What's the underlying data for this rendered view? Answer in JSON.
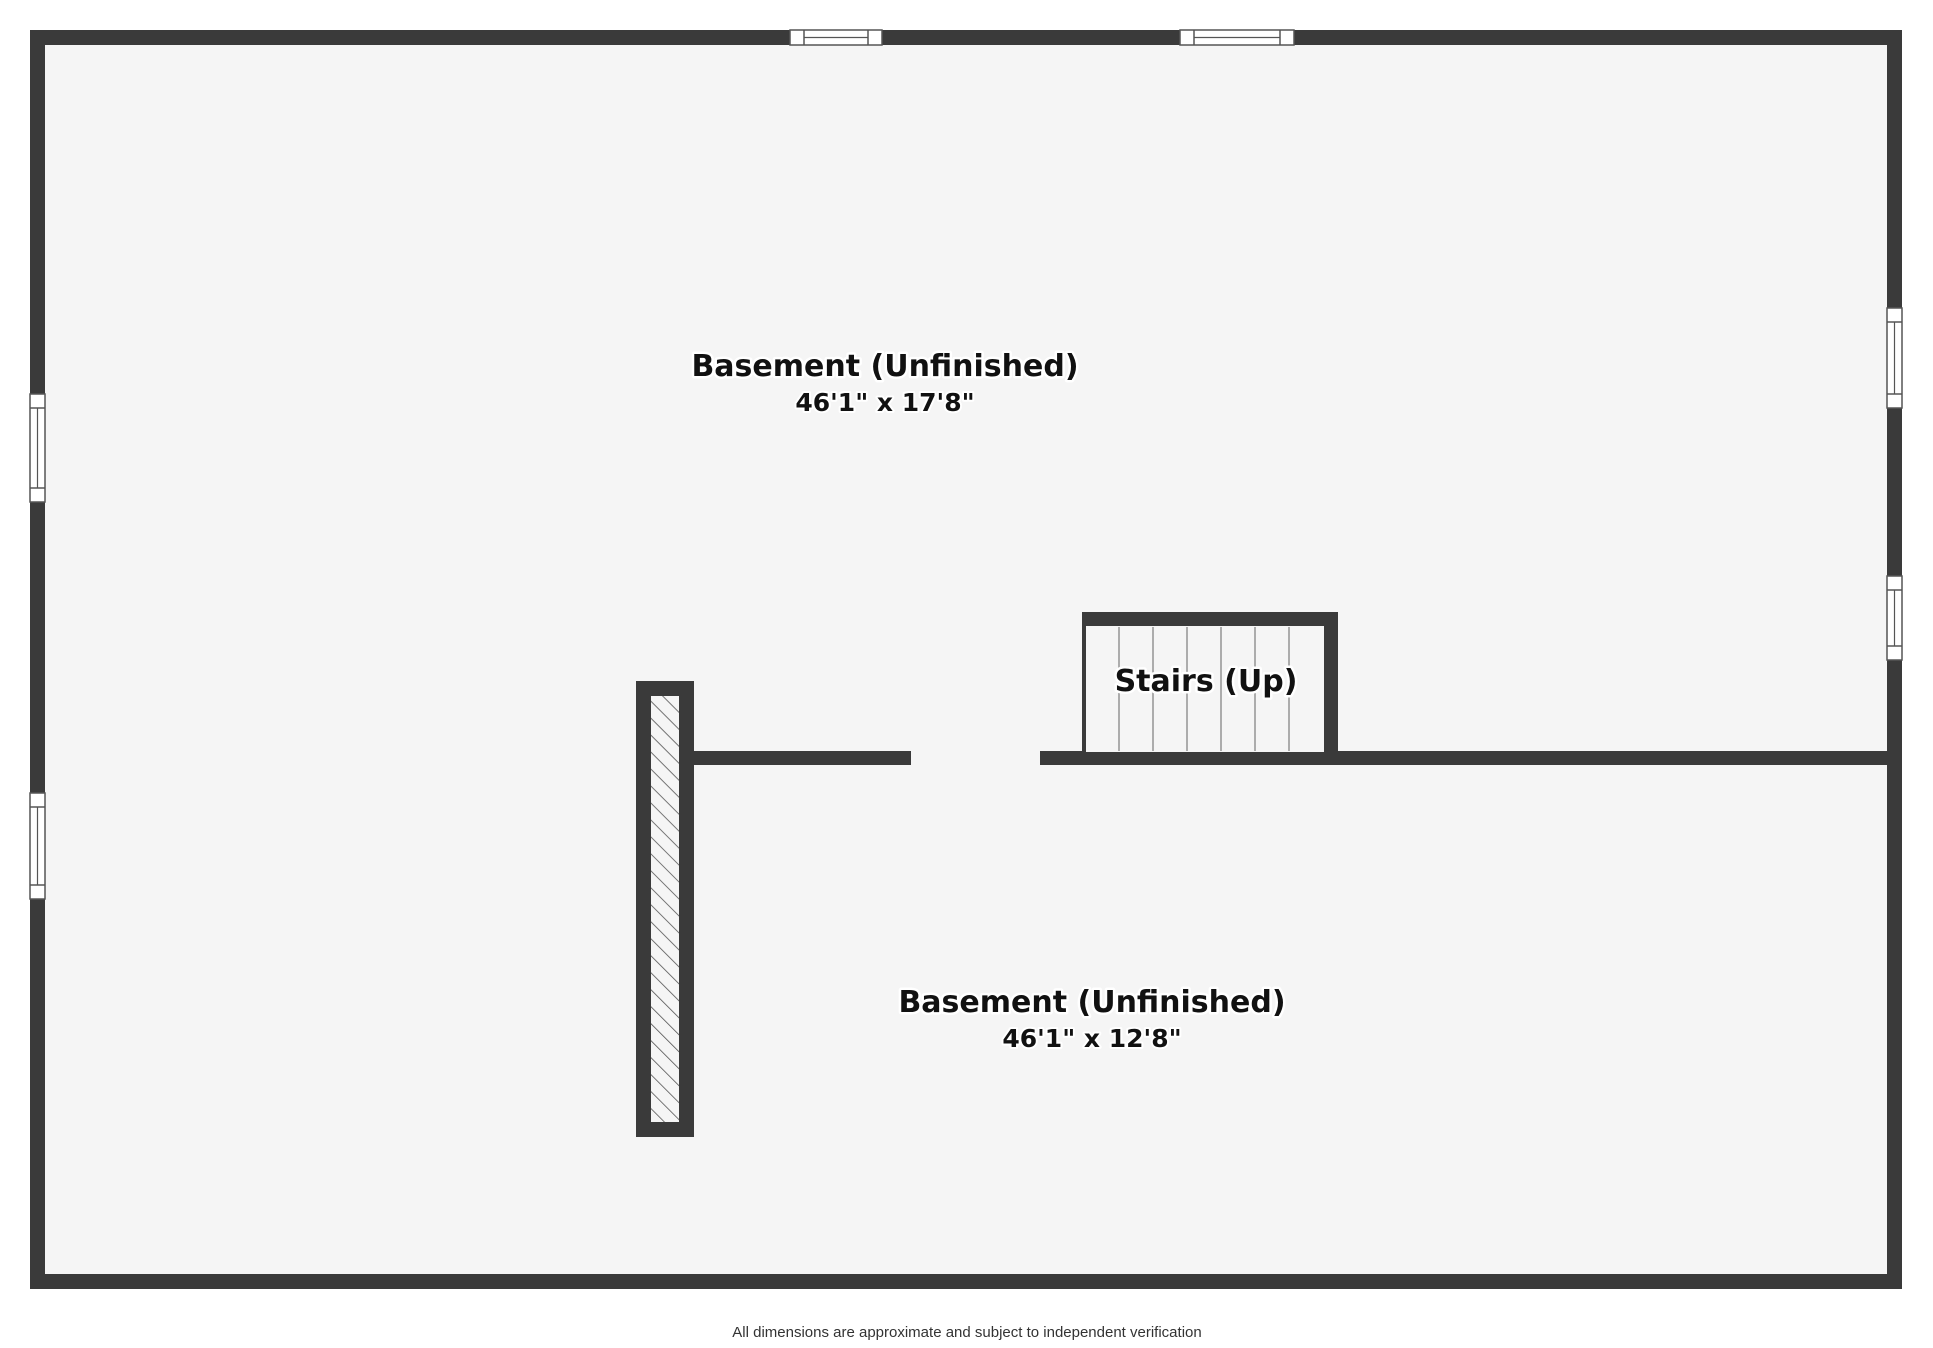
{
  "floor_plan": {
    "rooms": [
      {
        "name": "Basement (Unfinished)",
        "dimensions": "46'1\" x 17'8\""
      },
      {
        "name": "Basement (Unfinished)",
        "dimensions": "46'1\" x 12'8\""
      },
      {
        "name": "Stairs (Up)"
      }
    ],
    "disclaimer": "All dimensions are approximate and subject to independent verification"
  },
  "colors": {
    "wall": "#3a3a3a",
    "floor": "#f5f5f5",
    "background": "#ffffff",
    "label": "#111111"
  }
}
